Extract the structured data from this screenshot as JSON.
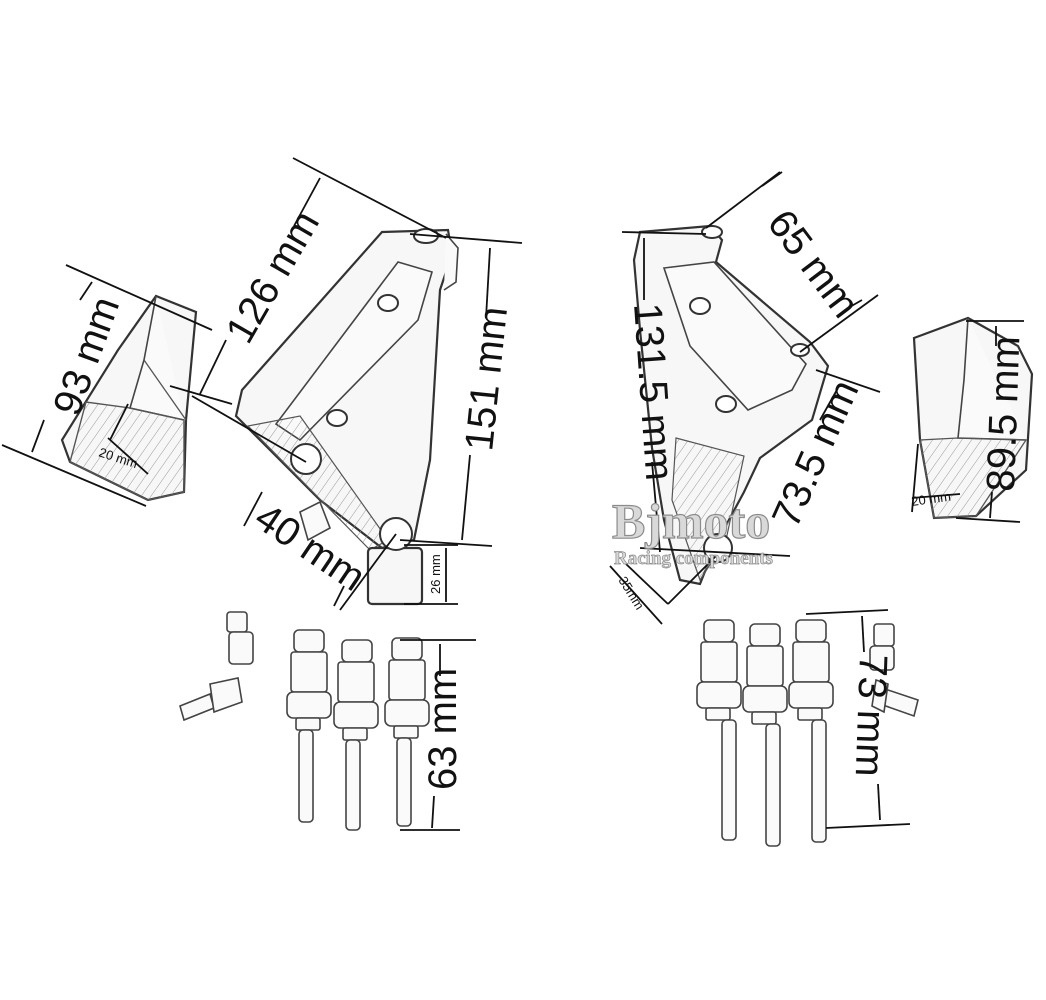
{
  "watermark": {
    "brand": "Bjmoto",
    "subtitle": "Racing components"
  },
  "dimensions": {
    "left_slider_height": "93 mm",
    "left_slider_width": "20 mm",
    "left_bracket_diagonal": "126 mm",
    "left_bracket_height": "151 mm",
    "left_bracket_hole_spacing": "40 mm",
    "left_bracket_boss": "26 mm",
    "left_bolt_length": "63 mm",
    "right_bracket_top": "65 mm",
    "right_bracket_height": "131.5 mm",
    "right_bracket_diagonal": "73.5 mm",
    "right_bracket_hole_spacing": "35mm",
    "right_slider_height": "89.5 mm",
    "right_slider_width": "20 mm",
    "right_bolt_length": "73 mm"
  },
  "colors": {
    "line": "#111111",
    "part_fill": "#f7f7f7",
    "watermark": "#d9d9d9"
  }
}
